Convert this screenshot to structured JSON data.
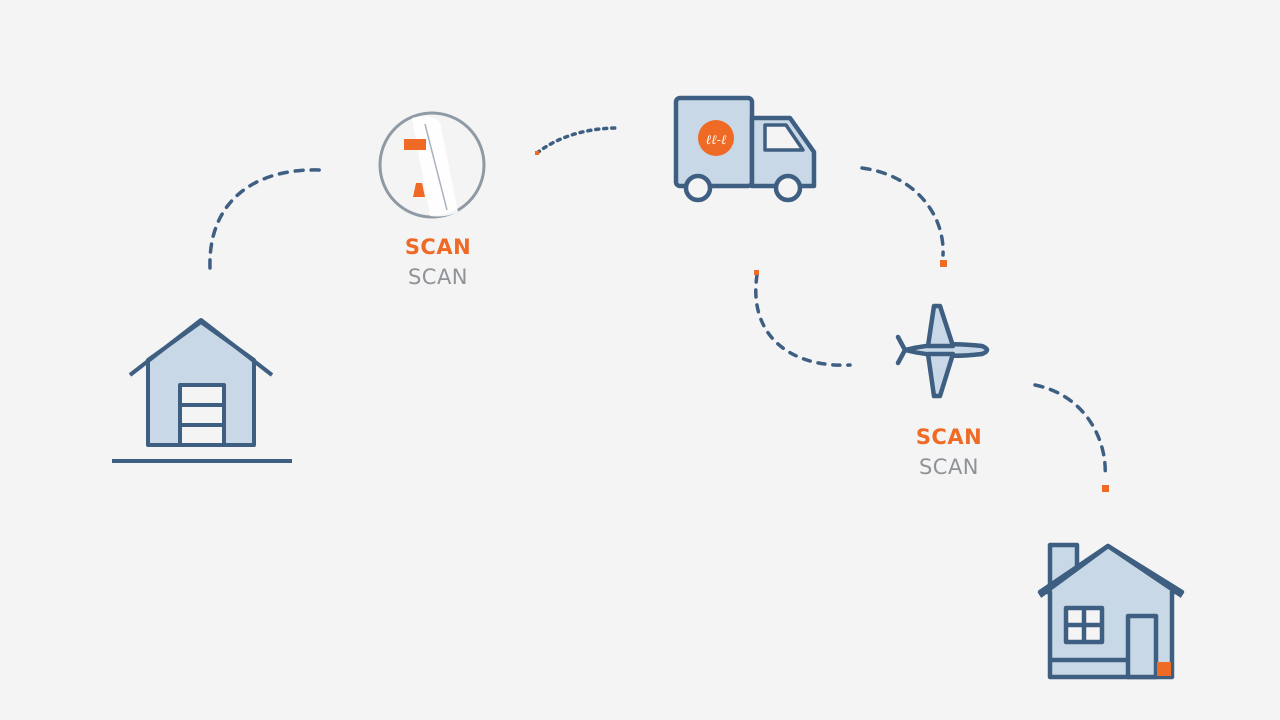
{
  "colors": {
    "background": "#f4f4f5",
    "stroke": "#3e5f82",
    "fill": "#c9d8e6",
    "accent": "#ee6a25",
    "muted": "#8f9398"
  },
  "labels": {
    "scan_1_primary": "SCAN",
    "scan_1_secondary": "SCAN",
    "scan_2_primary": "SCAN",
    "scan_2_secondary": "SCAN"
  },
  "icons": [
    "warehouse-icon",
    "scanner-icon",
    "delivery-truck-icon",
    "airplane-icon",
    "house-icon"
  ]
}
